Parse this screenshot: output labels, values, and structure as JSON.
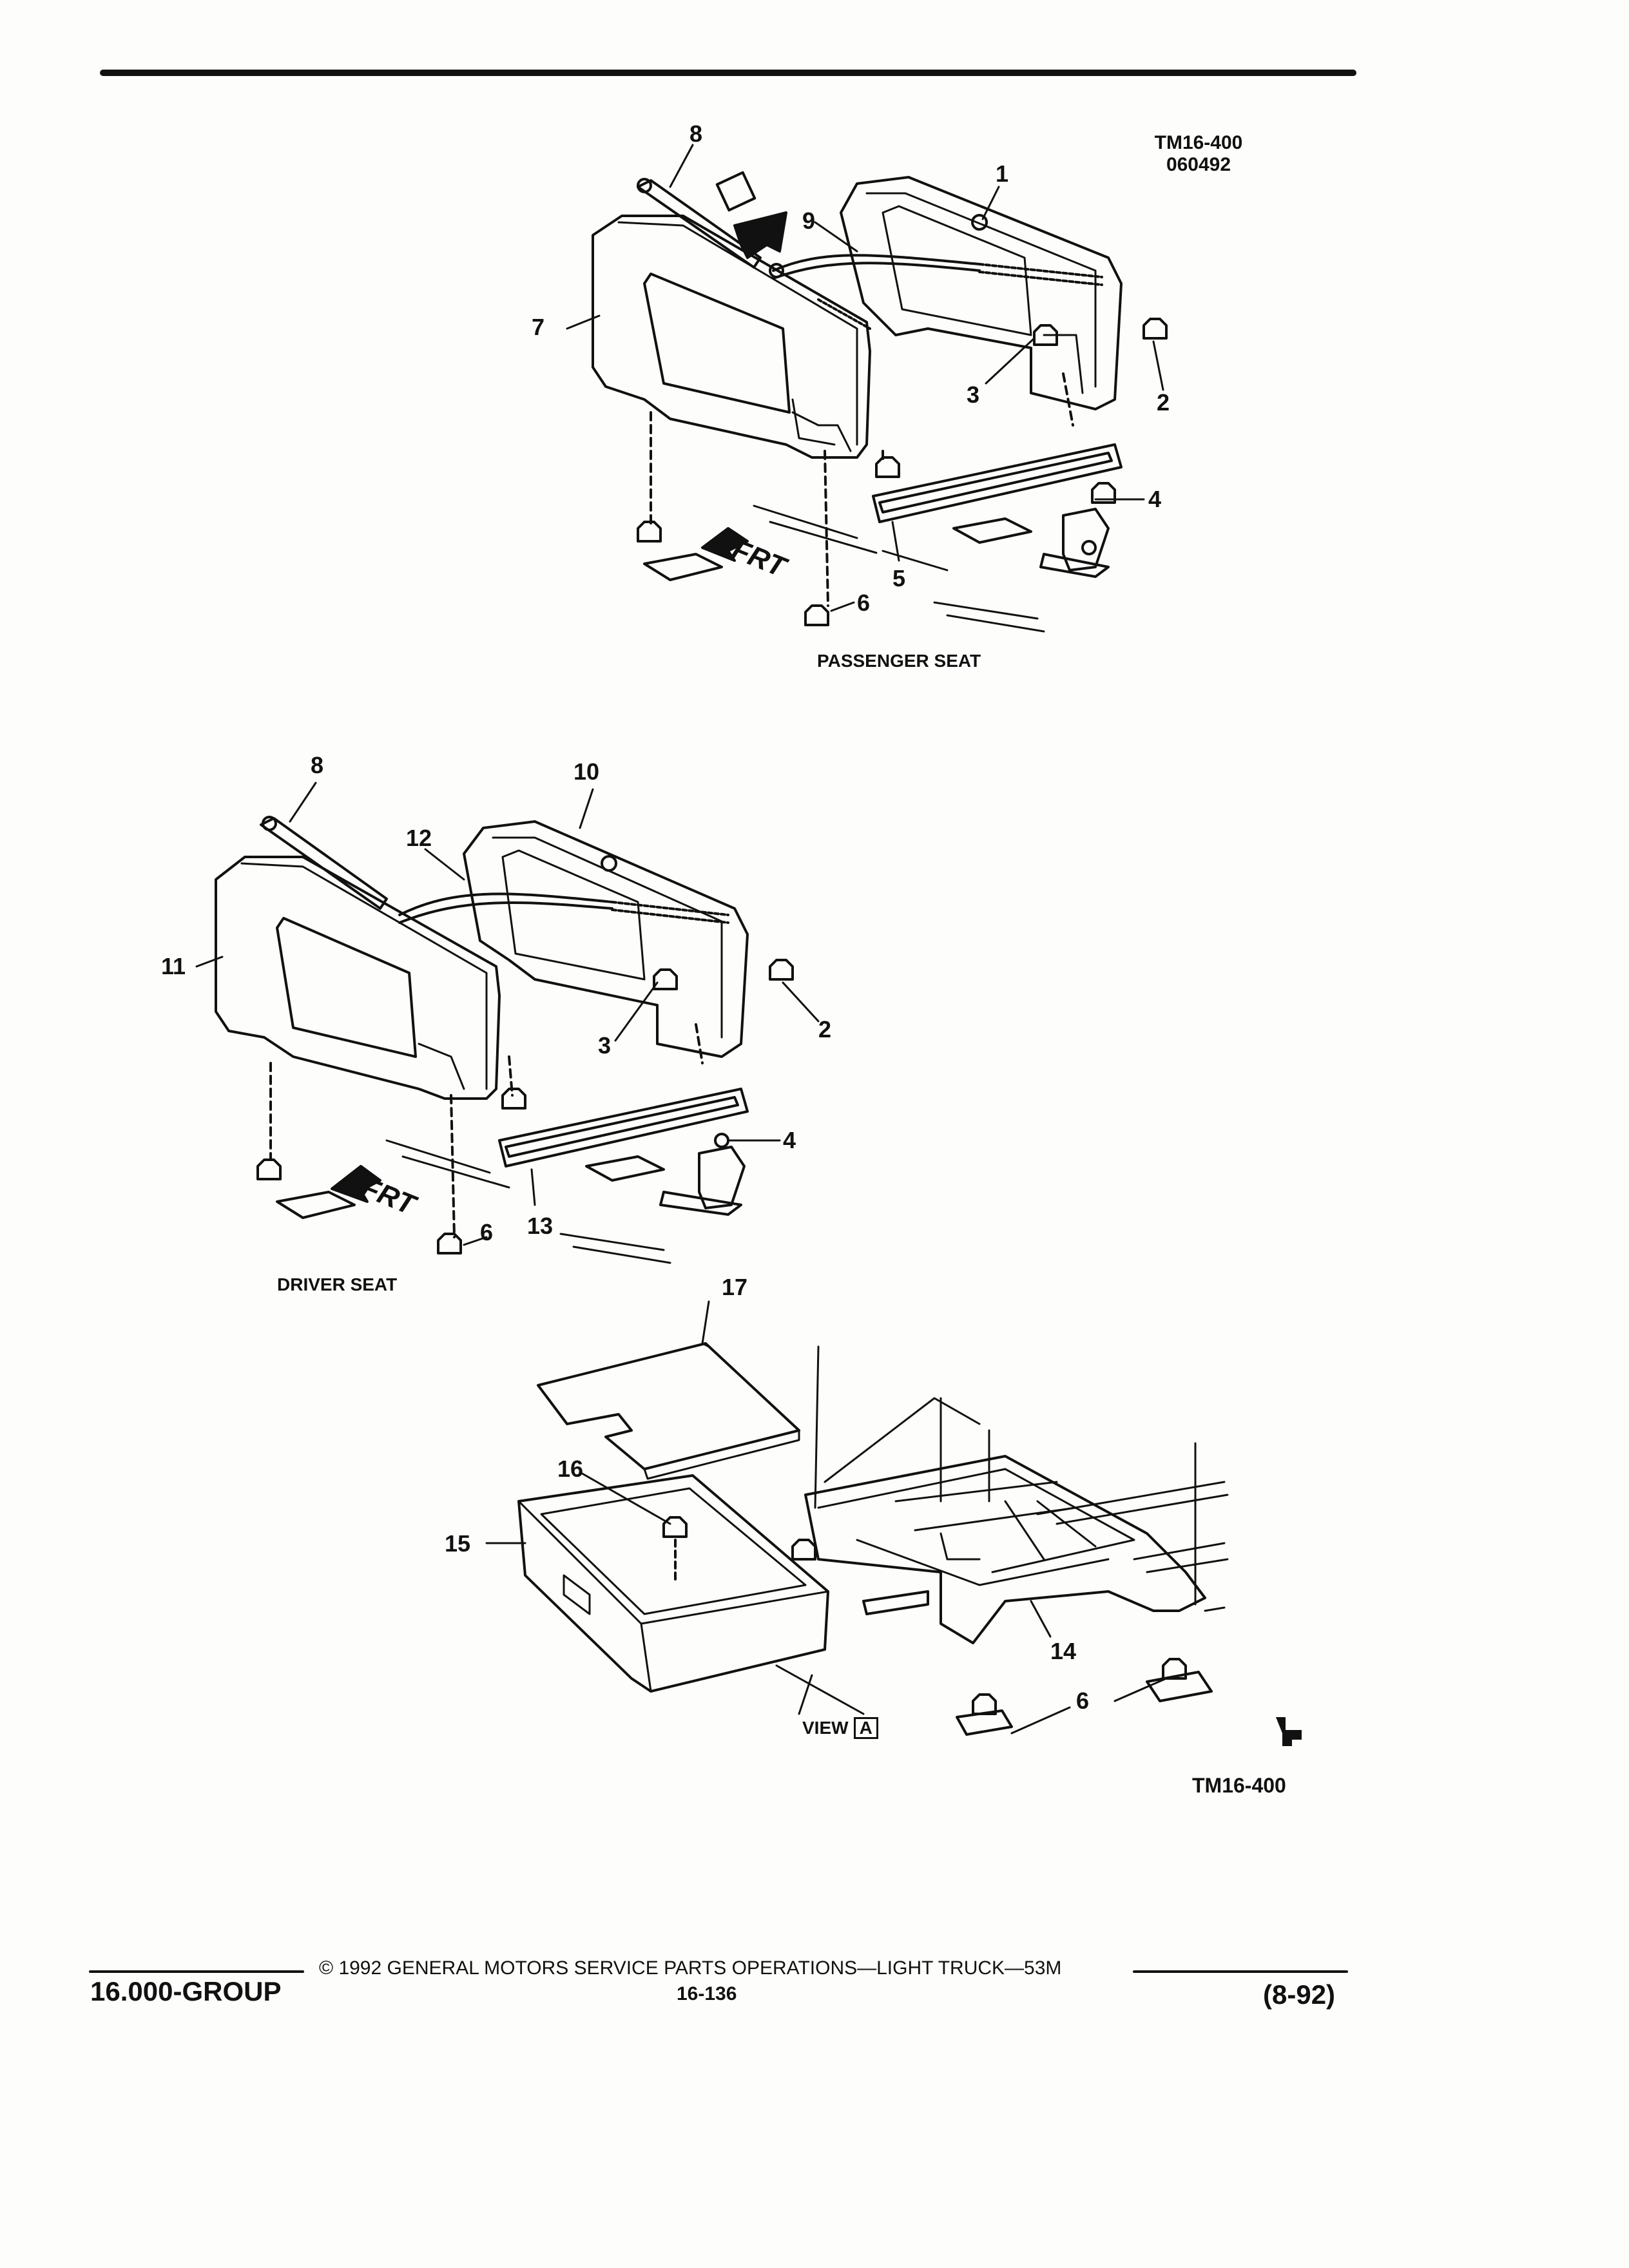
{
  "header": {
    "figure_id": "TM16-400",
    "date_code": "060492"
  },
  "callouts": {
    "c1": "1",
    "c2": "2",
    "c3": "3",
    "c4": "4",
    "c5": "5",
    "c6": "6",
    "c7": "7",
    "c8": "8",
    "c9": "9",
    "c10": "10",
    "c11": "11",
    "c12": "12",
    "c13": "13",
    "c14": "14",
    "c15": "15",
    "c16": "16",
    "c17": "17"
  },
  "captions": {
    "passenger_seat": "PASSENGER SEAT",
    "driver_seat": "DRIVER SEAT",
    "view_prefix": "VIEW",
    "view_letter": "A",
    "frt": "FRT",
    "figure_id_bottom": "TM16-400"
  },
  "footer": {
    "group": "16.000-GROUP",
    "copyright": "© 1992 GENERAL MOTORS SERVICE PARTS OPERATIONS—LIGHT TRUCK—53M",
    "page": "16-136",
    "revision": "(8-92)"
  },
  "colors": {
    "ink": "#111111",
    "paper": "#fdfdfb"
  }
}
